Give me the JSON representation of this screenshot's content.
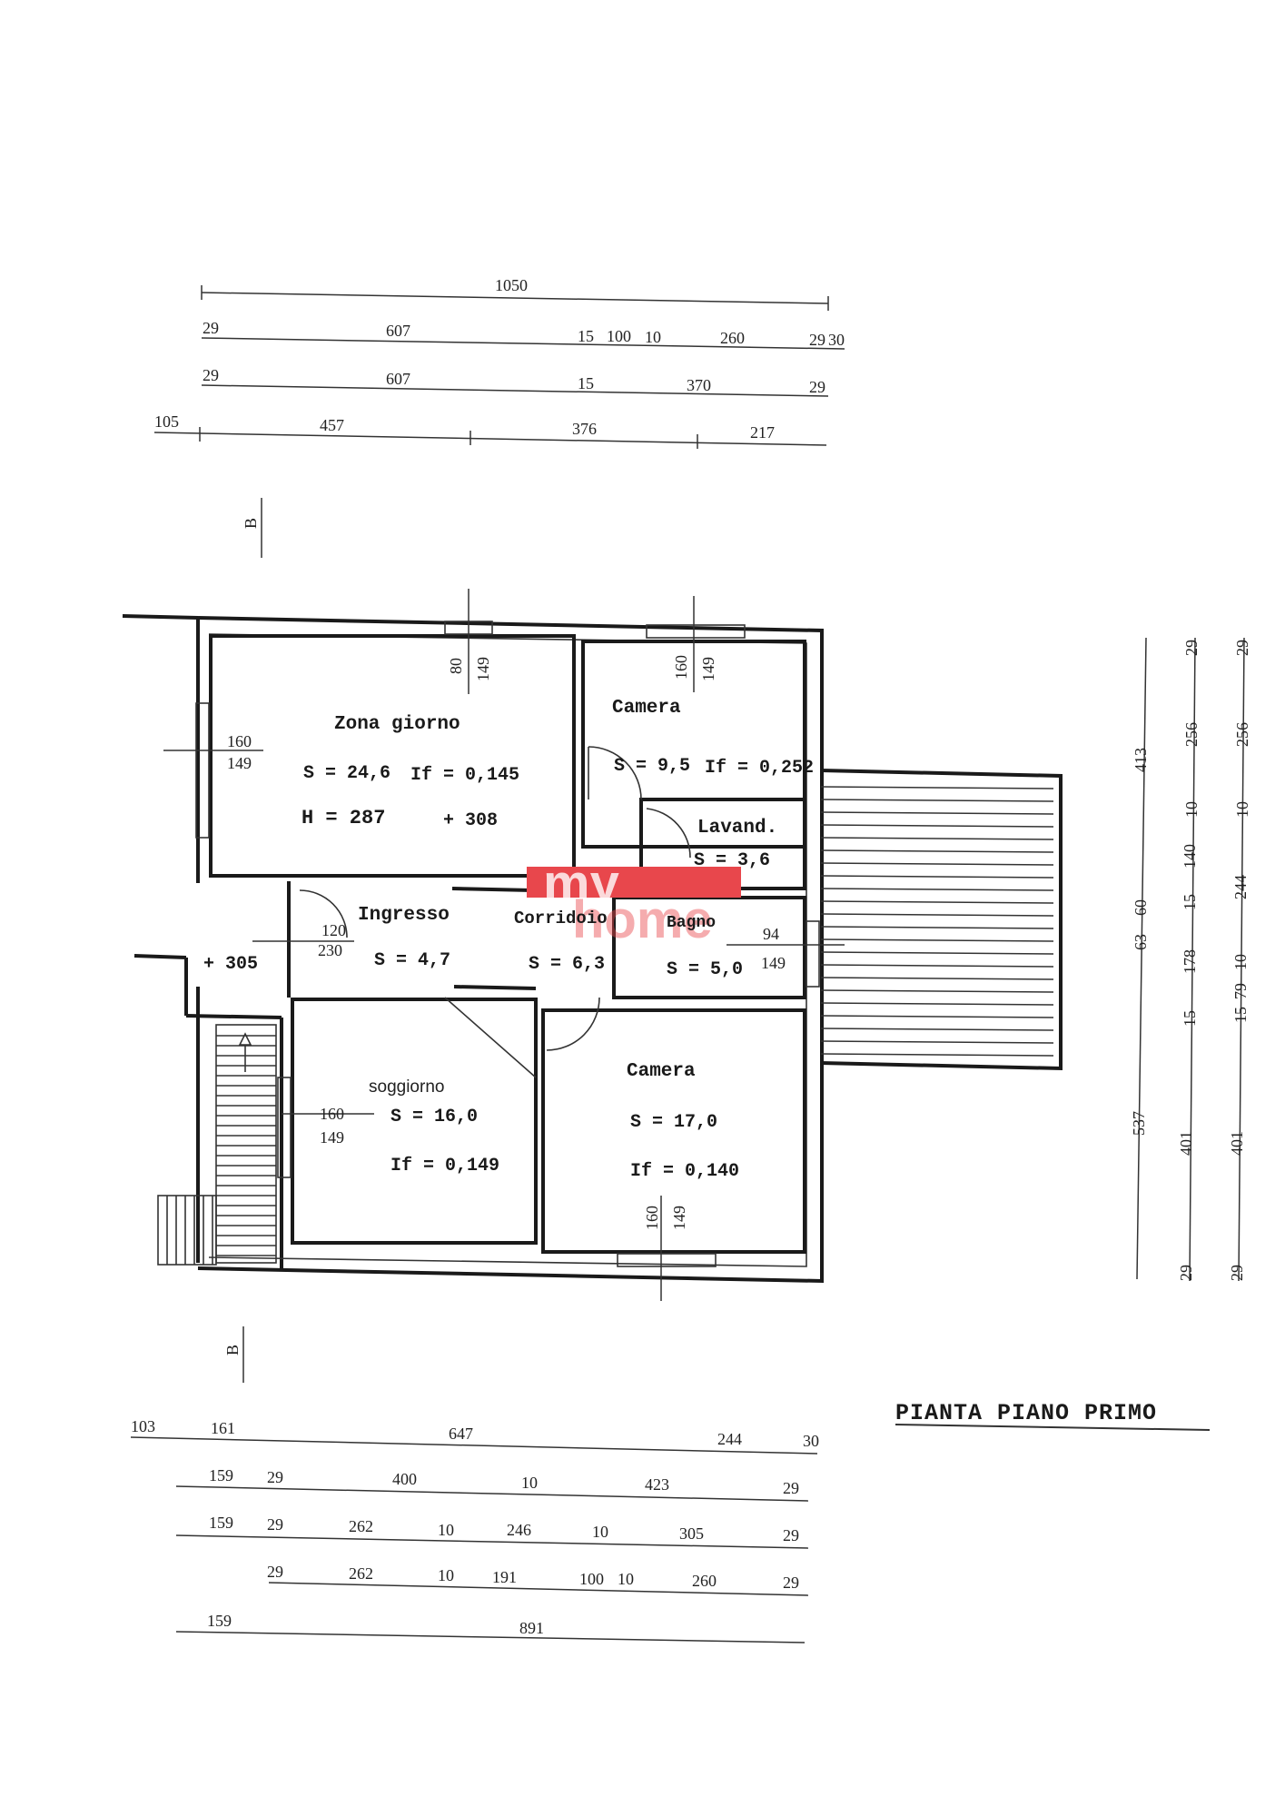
{
  "title": "PIANTA PIANO PRIMO",
  "watermark": {
    "line1": "my",
    "line2": "home",
    "color": "#e8474c"
  },
  "section_marker": "B",
  "dimensions_top": {
    "row1": [
      "1050"
    ],
    "row2": [
      "29",
      "607",
      "15",
      "100",
      "10",
      "260",
      "29",
      "30"
    ],
    "row3": [
      "29",
      "607",
      "15",
      "370",
      "29"
    ],
    "row4": [
      "105",
      "457",
      "376",
      "217"
    ]
  },
  "dimensions_bottom": {
    "row1": [
      "103",
      "161",
      "647",
      "244",
      "30"
    ],
    "row2": [
      "159",
      "29",
      "400",
      "10",
      "423",
      "29"
    ],
    "row3": [
      "159",
      "29",
      "262",
      "10",
      "246",
      "10",
      "305",
      "29"
    ],
    "row4": [
      "29",
      "262",
      "10",
      "191",
      "100",
      "10",
      "260",
      "29"
    ],
    "row5": [
      "159",
      "891"
    ]
  },
  "dimensions_right": {
    "outer": [
      "413",
      "63",
      "60",
      "537"
    ],
    "middle": [
      "29",
      "256",
      "10",
      "140",
      "15",
      "178",
      "15",
      "401",
      "29"
    ],
    "inner": [
      "29",
      "256",
      "10",
      "244",
      "10",
      "79",
      "15",
      "401",
      "29"
    ]
  },
  "windows": {
    "zona_giorno_top": [
      "80",
      "149"
    ],
    "zona_giorno_left": [
      "160",
      "149"
    ],
    "camera_top": [
      "160",
      "149"
    ],
    "bagno": [
      "94",
      "149"
    ],
    "ingresso": [
      "120",
      "230"
    ],
    "soggiorno": [
      "160",
      "149"
    ],
    "camera_bottom": [
      "160",
      "149"
    ]
  },
  "rooms": {
    "zona_giorno": {
      "name": "Zona giorno",
      "s": "S = 24,6",
      "if": "If = 0,145",
      "h": "H = 287",
      "level": "+ 308"
    },
    "camera_top": {
      "name": "Camera",
      "s": "S = 9,5",
      "if": "If = 0,252"
    },
    "lavanderia": {
      "name": "Lavand.",
      "s": "S = 3,6"
    },
    "ingresso": {
      "name": "Ingresso",
      "s": "S = 4,7"
    },
    "corridoio": {
      "name": "Corridoio",
      "s": "S = 6,3"
    },
    "bagno": {
      "name": "Bagno",
      "s": "S = 5,0"
    },
    "soggiorno": {
      "name": "soggiorno",
      "s": "S = 16,0",
      "if": "If = 0,149"
    },
    "camera_bottom": {
      "name": "Camera",
      "s": "S = 17,0",
      "if": "If = 0,140"
    },
    "landing_level": "+ 305"
  }
}
